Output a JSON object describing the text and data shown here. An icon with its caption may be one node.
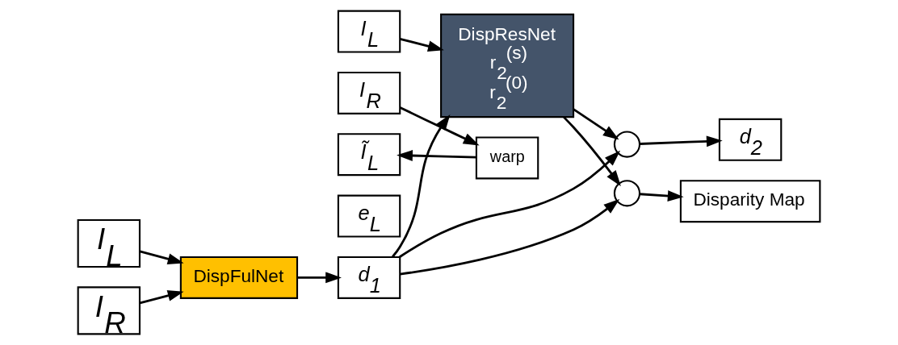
{
  "diagram": {
    "nodes": [
      {
        "text": [
          "I$_{L}$"
        ]
      },
      {
        "text": [
          "I$_{R}$"
        ]
      },
      {
        "text": [
          "DispFulNet"
        ]
      },
      {
        "text": [
          "I$_{L}$"
        ]
      },
      {
        "text": [
          "I$_{R}$"
        ]
      },
      {
        "text": [
          "warp"
        ]
      },
      {
        "text": [
          "Ĩ$_{L}$"
        ]
      },
      {
        "text": [
          "e$_{L}$"
        ]
      },
      {
        "text": [
          "d$_{1}$"
        ]
      },
      {
        "text": [
          "DispResNet",
          "r$_{2}$$^{(s)}$",
          "r$_{2}$$^{(0)}$"
        ]
      },
      {
        "text": [],
        "shape": "circle"
      },
      {
        "text": [
          "d$_{2}$"
        ]
      },
      {
        "text": [],
        "shape": "circle"
      },
      {
        "text": [
          "Disparity Map"
        ]
      }
    ],
    "edges": [
      {
        "from": 0,
        "to": 2,
        "arrow": "to"
      },
      {
        "from": 1,
        "to": 2,
        "arrow": "to"
      },
      {
        "from": 2,
        "to": 8,
        "arrow": "to"
      },
      {
        "from": 4,
        "to": 5,
        "arrow": "to"
      },
      {
        "from": 5,
        "to": 6,
        "arrow": "to"
      },
      {
        "from": 3,
        "to": 9,
        "arrow": "to"
      },
      {
        "from": 8,
        "to": 9,
        "arrow": "to"
      },
      {
        "from": 9,
        "to": 10,
        "arrow": "to"
      },
      {
        "from": 8,
        "to": 10,
        "arrow": "to"
      },
      {
        "from": 10,
        "to": 11,
        "arrow": "to"
      },
      {
        "from": 9,
        "to": 12,
        "arrow": "to"
      },
      {
        "from": 8,
        "to": 12,
        "arrow": "to"
      },
      {
        "from": 12,
        "to": 13,
        "arrow": "to"
      }
    ]
  }
}
